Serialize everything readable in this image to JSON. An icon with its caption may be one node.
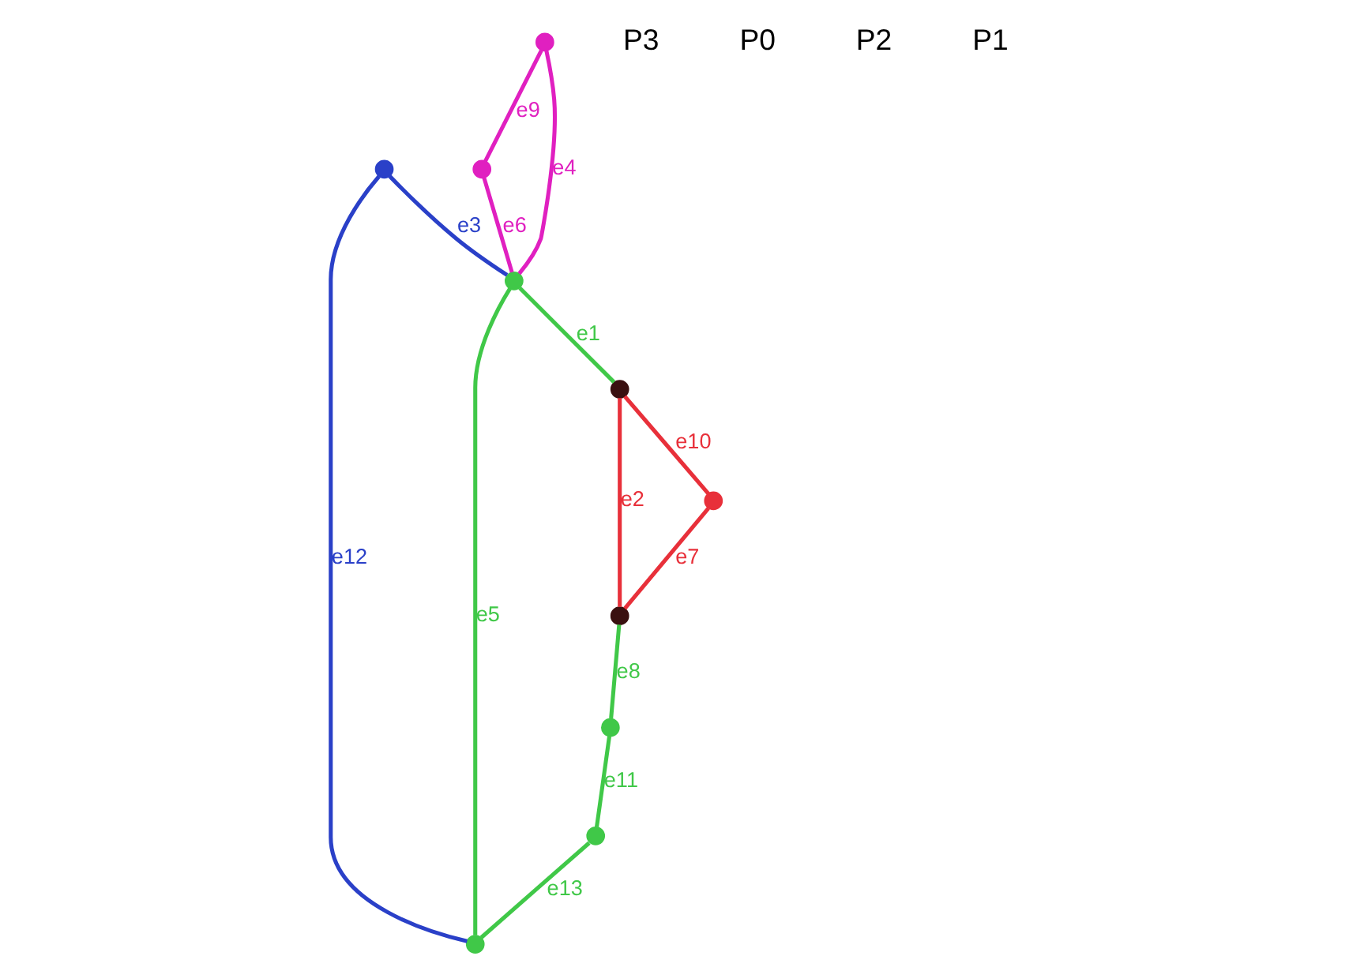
{
  "diagram": {
    "nodes": [
      {
        "text": [],
        "shape": "circle"
      },
      {
        "text": [],
        "shape": "circle"
      },
      {
        "text": [],
        "shape": "circle"
      },
      {
        "text": [],
        "shape": "circle"
      },
      {
        "text": [],
        "shape": "circle"
      },
      {
        "text": [],
        "shape": "circle"
      },
      {
        "text": [],
        "shape": "circle"
      },
      {
        "text": [],
        "shape": "circle"
      },
      {
        "text": [],
        "shape": "circle"
      },
      {
        "text": [],
        "shape": "circle"
      }
    ],
    "edges": [
      {
        "from": 1,
        "to": 0,
        "arrow": "none",
        "label": "e9",
        "color": "#e020c0"
      },
      {
        "from": 0,
        "to": 3,
        "arrow": "none",
        "label": "e6",
        "color": "#e020c0"
      },
      {
        "from": 1,
        "to": 3,
        "arrow": "none",
        "label": "e4",
        "color": "#e020c0"
      },
      {
        "from": 3,
        "to": 2,
        "arrow": "none",
        "label": "e1"
      },
      {
        "from": 2,
        "to": 4,
        "arrow": "none",
        "label": "e2",
        "color": "#e8303a"
      },
      {
        "from": 2,
        "to": 5,
        "arrow": "none",
        "label": "e10",
        "color": "#e8303a"
      },
      {
        "from": 5,
        "to": 4,
        "arrow": "none",
        "label": "e7",
        "color": "#e8303a"
      },
      {
        "from": 6,
        "to": 3,
        "arrow": "none",
        "label": "e3",
        "color": "#2a40c8"
      },
      {
        "from": 3,
        "to": 7,
        "arrow": "none",
        "label": "e5"
      },
      {
        "from": 6,
        "to": 7,
        "arrow": "none",
        "label": "e12",
        "color": "#2a40c8"
      },
      {
        "from": 4,
        "to": 8,
        "arrow": "none",
        "label": "e8"
      },
      {
        "from": 8,
        "to": 9,
        "arrow": "none",
        "label": "e11"
      },
      {
        "from": 9,
        "to": 7,
        "arrow": "none",
        "label": "e13"
      }
    ],
    "labels": [
      "P3",
      "P0",
      "P2",
      "P1"
    ]
  }
}
